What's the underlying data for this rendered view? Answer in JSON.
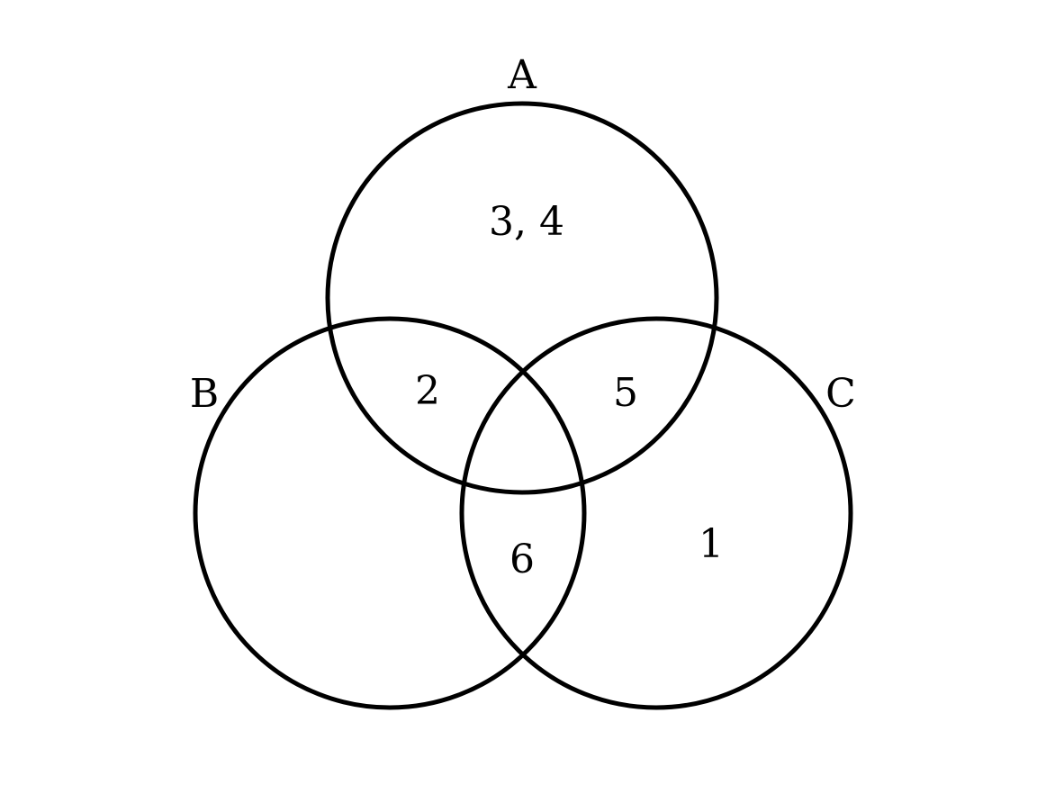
{
  "sets": {
    "a": "A",
    "b": "B",
    "c": "C"
  },
  "regions": {
    "a_only": "3, 4",
    "a_b": "2",
    "a_c": "5",
    "b_c": "6",
    "c_only": "1"
  },
  "stroke_color": "#000000"
}
